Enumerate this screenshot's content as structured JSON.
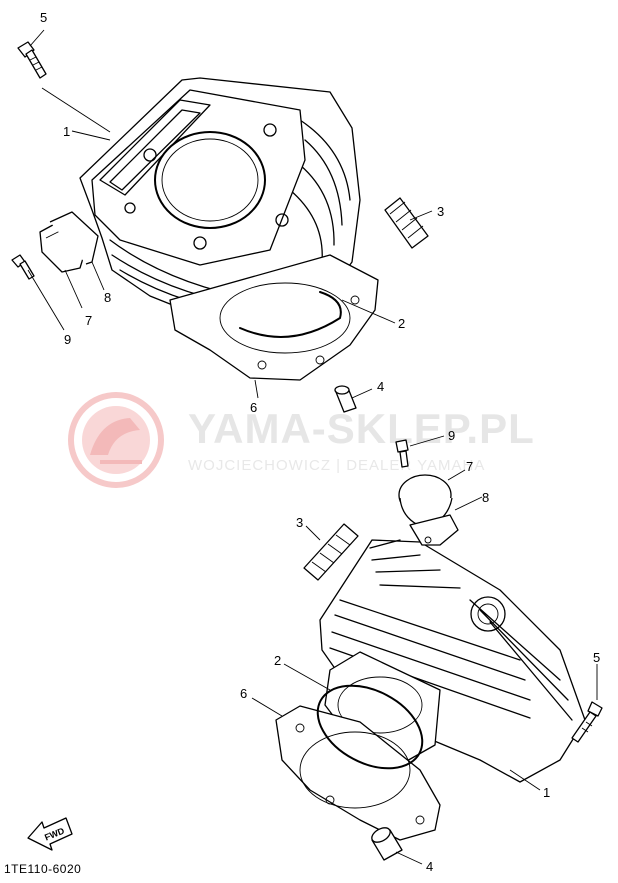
{
  "diagram": {
    "code": "1TE110-6020",
    "fwd_label": "FWD",
    "watermark": {
      "title": "YAMA-SKLEP.PL",
      "subtitle": "WOJCIECHOWICZ | DEALER YAMAHA"
    },
    "callouts": {
      "upper": {
        "n1": "1",
        "n2": "2",
        "n3": "3",
        "n4": "4",
        "n5": "5",
        "n6": "6",
        "n7": "7",
        "n8": "8",
        "n9": "9"
      },
      "lower": {
        "n1": "1",
        "n2": "2",
        "n3": "3",
        "n4": "4",
        "n5": "5",
        "n6": "6",
        "n7": "7",
        "n8": "8",
        "n9": "9"
      }
    }
  }
}
